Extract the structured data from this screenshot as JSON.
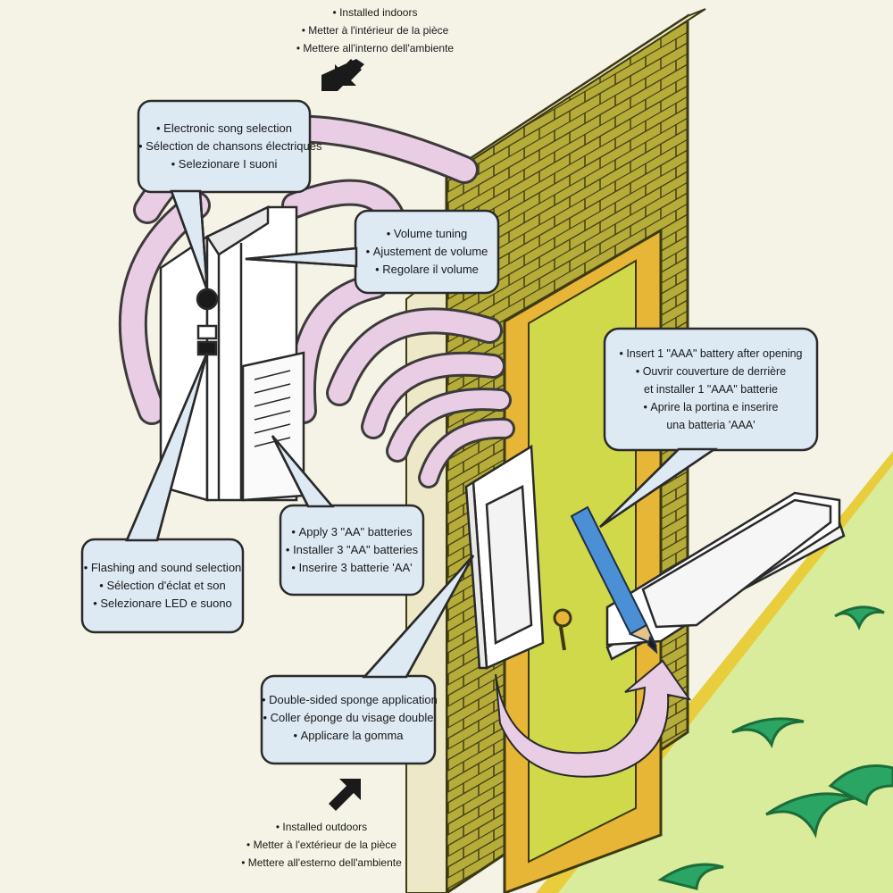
{
  "captions": {
    "indoor": [
      "Installed indoors",
      "Metter à l'intérieur de la pièce",
      "Mettere all'interno dell'ambiente"
    ],
    "outdoor": [
      "Installed outdoors",
      "Metter à l'extérieur de la pièce",
      "Mettere all'esterno dell'ambiente"
    ]
  },
  "callouts": {
    "song": [
      "Electronic song selection",
      "Sélection de chansons électriques",
      "Selezionare I suoni"
    ],
    "volume": [
      "Volume tuning",
      "Ajustement de volume",
      "Regolare il volume"
    ],
    "batteries_aa": [
      "Apply 3 \"AA\" batteries",
      "Installer 3 \"AA\" batteries",
      "Inserire 3 batterie 'AA'"
    ],
    "flash": [
      "Flashing and sound selection",
      "Sélection d'éclat et son",
      "Selezionare LED e suono"
    ],
    "sponge": [
      "Double-sided sponge application",
      "Coller éponge du visage double",
      "Applicare la gomma"
    ],
    "battery_aaa": [
      "Insert 1 \"AAA\" battery after opening",
      "Ouvrir couverture de derrière",
      "et installer 1 \"AAA\" batterie",
      "Aprire la portina e inserire",
      "una batteria 'AAA'"
    ]
  },
  "colors": {
    "background": "#f4f3e6",
    "callout_fill": "#dde9f3",
    "wave": "#e8cde4",
    "brick": "#b5ac3a",
    "door_frame": "#e8b636",
    "door_panel": "#cfd94a",
    "lawn": "#d9ec9b",
    "grass": "#2aa563"
  }
}
